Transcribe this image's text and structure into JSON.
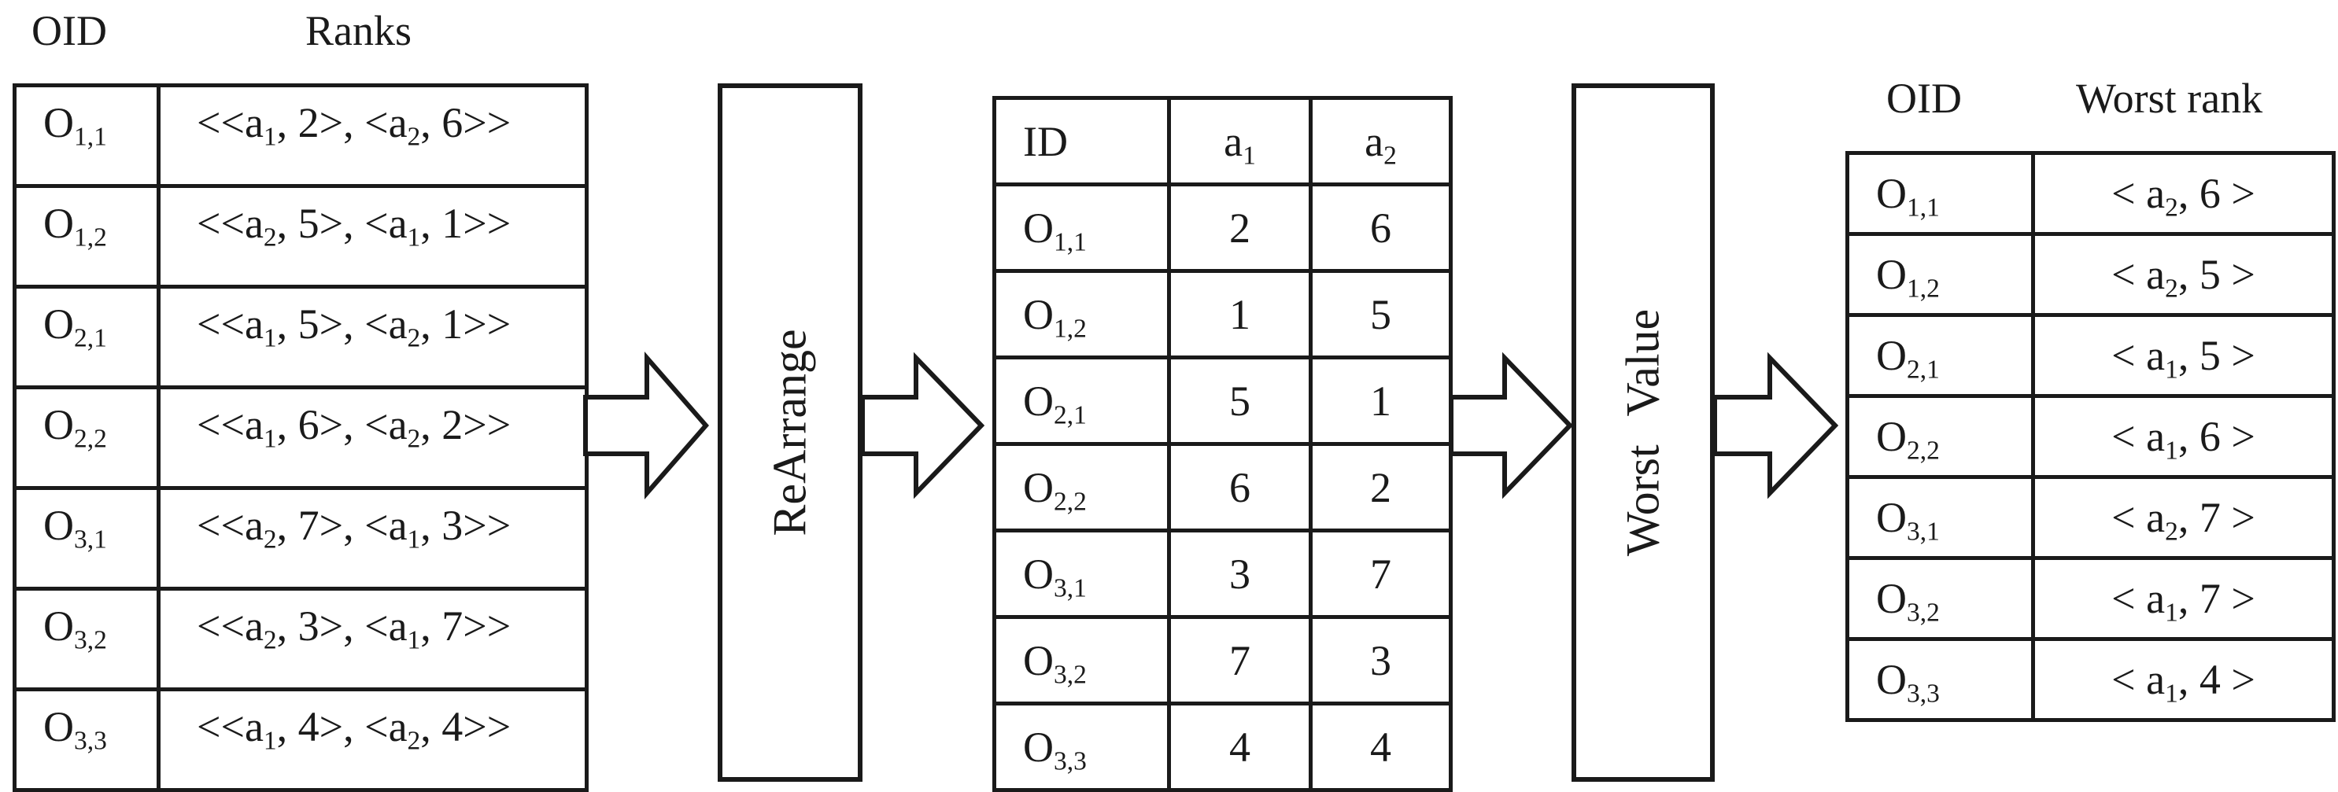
{
  "input_table": {
    "headers": [
      "OID",
      "Ranks"
    ],
    "rows": [
      {
        "oid": "O",
        "oid_sub": "1,1",
        "ranks": [
          {
            "attr": "a",
            "sub": "1",
            "rank": "2"
          },
          {
            "attr": "a",
            "sub": "2",
            "rank": "6"
          }
        ]
      },
      {
        "oid": "O",
        "oid_sub": "1,2",
        "ranks": [
          {
            "attr": "a",
            "sub": "2",
            "rank": "5"
          },
          {
            "attr": "a",
            "sub": "1",
            "rank": "1"
          }
        ]
      },
      {
        "oid": "O",
        "oid_sub": "2,1",
        "ranks": [
          {
            "attr": "a",
            "sub": "1",
            "rank": "5"
          },
          {
            "attr": "a",
            "sub": "2",
            "rank": "1"
          }
        ]
      },
      {
        "oid": "O",
        "oid_sub": "2,2",
        "ranks": [
          {
            "attr": "a",
            "sub": "1",
            "rank": "6"
          },
          {
            "attr": "a",
            "sub": "2",
            "rank": "2"
          }
        ]
      },
      {
        "oid": "O",
        "oid_sub": "3,1",
        "ranks": [
          {
            "attr": "a",
            "sub": "2",
            "rank": "7"
          },
          {
            "attr": "a",
            "sub": "1",
            "rank": "3"
          }
        ]
      },
      {
        "oid": "O",
        "oid_sub": "3,2",
        "ranks": [
          {
            "attr": "a",
            "sub": "2",
            "rank": "3"
          },
          {
            "attr": "a",
            "sub": "1",
            "rank": "7"
          }
        ]
      },
      {
        "oid": "O",
        "oid_sub": "3,3",
        "ranks": [
          {
            "attr": "a",
            "sub": "1",
            "rank": "4"
          },
          {
            "attr": "a",
            "sub": "2",
            "rank": "4"
          }
        ]
      }
    ]
  },
  "process1": {
    "label": "ReArrange"
  },
  "middle_table": {
    "headers": [
      {
        "text": "ID",
        "sub": ""
      },
      {
        "text": "a",
        "sub": "1"
      },
      {
        "text": "a",
        "sub": "2"
      }
    ],
    "rows": [
      {
        "oid": "O",
        "oid_sub": "1,1",
        "a1": "2",
        "a2": "6"
      },
      {
        "oid": "O",
        "oid_sub": "1,2",
        "a1": "1",
        "a2": "5"
      },
      {
        "oid": "O",
        "oid_sub": "2,1",
        "a1": "5",
        "a2": "1"
      },
      {
        "oid": "O",
        "oid_sub": "2,2",
        "a1": "6",
        "a2": "2"
      },
      {
        "oid": "O",
        "oid_sub": "3,1",
        "a1": "3",
        "a2": "7"
      },
      {
        "oid": "O",
        "oid_sub": "3,2",
        "a1": "7",
        "a2": "3"
      },
      {
        "oid": "O",
        "oid_sub": "3,3",
        "a1": "4",
        "a2": "4"
      }
    ]
  },
  "process2": {
    "label": "Worst Value"
  },
  "output_table": {
    "headers": [
      "OID",
      "Worst rank"
    ],
    "rows": [
      {
        "oid": "O",
        "oid_sub": "1,1",
        "attr": "a",
        "attr_sub": "2",
        "rank": "6"
      },
      {
        "oid": "O",
        "oid_sub": "1,2",
        "attr": "a",
        "attr_sub": "2",
        "rank": "5"
      },
      {
        "oid": "O",
        "oid_sub": "2,1",
        "attr": "a",
        "attr_sub": "1",
        "rank": "5"
      },
      {
        "oid": "O",
        "oid_sub": "2,2",
        "attr": "a",
        "attr_sub": "1",
        "rank": "6"
      },
      {
        "oid": "O",
        "oid_sub": "3,1",
        "attr": "a",
        "attr_sub": "2",
        "rank": "7"
      },
      {
        "oid": "O",
        "oid_sub": "3,2",
        "attr": "a",
        "attr_sub": "1",
        "rank": "7"
      },
      {
        "oid": "O",
        "oid_sub": "3,3",
        "attr": "a",
        "attr_sub": "1",
        "rank": "4"
      }
    ]
  },
  "colors": {
    "line": "#1a1a1a",
    "background": "#ffffff"
  }
}
